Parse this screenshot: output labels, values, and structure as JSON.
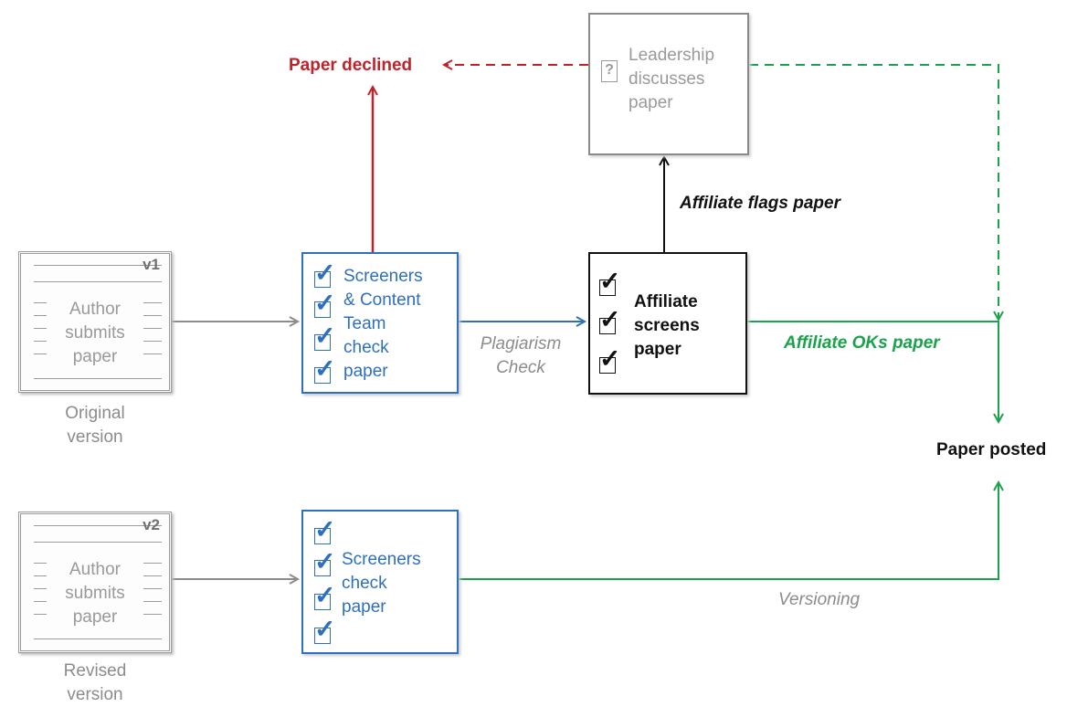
{
  "documents": {
    "original": {
      "version": "v1",
      "lines": [
        "Author",
        "submits",
        "paper"
      ],
      "caption": [
        "Original",
        "version"
      ]
    },
    "revised": {
      "version": "v2",
      "lines": [
        "Author",
        "submits",
        "paper"
      ],
      "caption": [
        "Revised",
        "version"
      ]
    }
  },
  "steps": {
    "screeners_content": {
      "lines": [
        "Screeners",
        "& Content",
        "Team",
        "check",
        "paper"
      ]
    },
    "screeners_only": {
      "lines": [
        "Screeners",
        "check",
        "paper"
      ]
    },
    "affiliate": {
      "lines": [
        "Affiliate",
        "screens",
        "paper"
      ]
    },
    "leadership": {
      "lines": [
        "Leadership",
        "discusses",
        "paper"
      ],
      "icon": "question-doc-icon"
    }
  },
  "edge_labels": {
    "plagiarism": [
      "Plagiarism",
      "Check"
    ],
    "affiliate_flags": "Affiliate flags paper",
    "affiliate_oks": "Affiliate OKs paper",
    "versioning": "Versioning"
  },
  "outcomes": {
    "declined": "Paper declined",
    "posted": "Paper posted"
  },
  "colors": {
    "declined": "#c0222a",
    "approved": "#1aa34a",
    "screen": "#2e6fbf",
    "neutral": "#8c8c8c",
    "strong": "#111111"
  }
}
